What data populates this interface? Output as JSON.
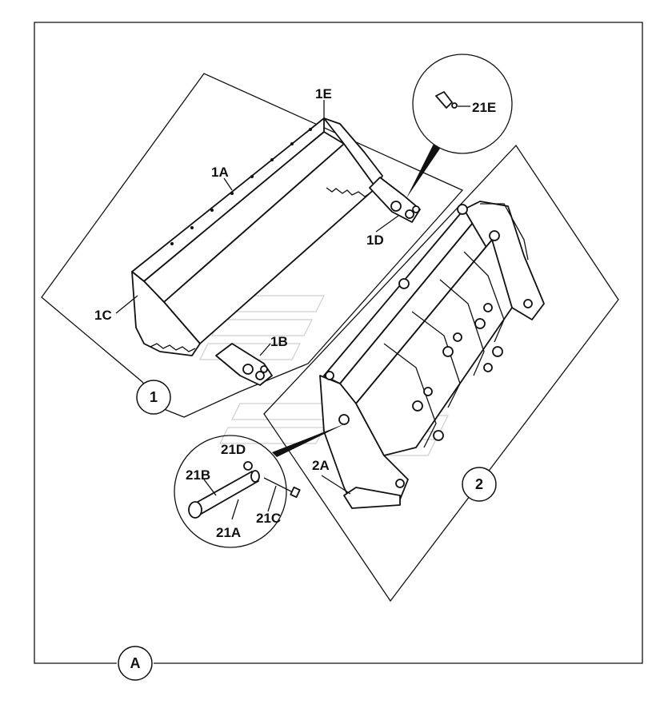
{
  "callouts": {
    "c1": "1",
    "c2": "2",
    "cA": "A"
  },
  "labels": {
    "l1A": "1A",
    "l1B": "1B",
    "l1C": "1C",
    "l1D": "1D",
    "l1E": "1E",
    "l2A": "2A",
    "l21A": "21A",
    "l21B": "21B",
    "l21C": "21C",
    "l21D": "21D",
    "l21E": "21E"
  },
  "colors": {
    "line": "#111111",
    "background": "#ffffff"
  }
}
